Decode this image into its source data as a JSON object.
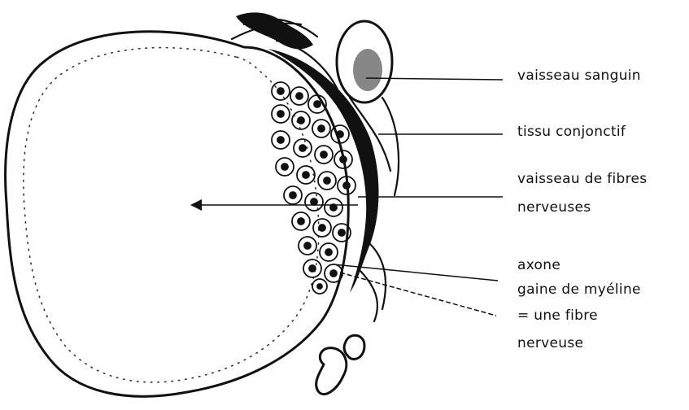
{
  "labels": {
    "vaisseau_sanguin": "vaisseau sanguin",
    "tissu_conjonctif": "tissu conjonctif",
    "vaisseau_fibres_l1": "vaisseau de fibres",
    "vaisseau_fibres_l2": "nerveuses",
    "axone": "axone",
    "gaine_myeline": "gaine de myéline",
    "une_fibre": "= une fibre",
    "nerveuse": "nerveuse"
  },
  "colors": {
    "ink": "#111111",
    "background": "#ffffff"
  }
}
